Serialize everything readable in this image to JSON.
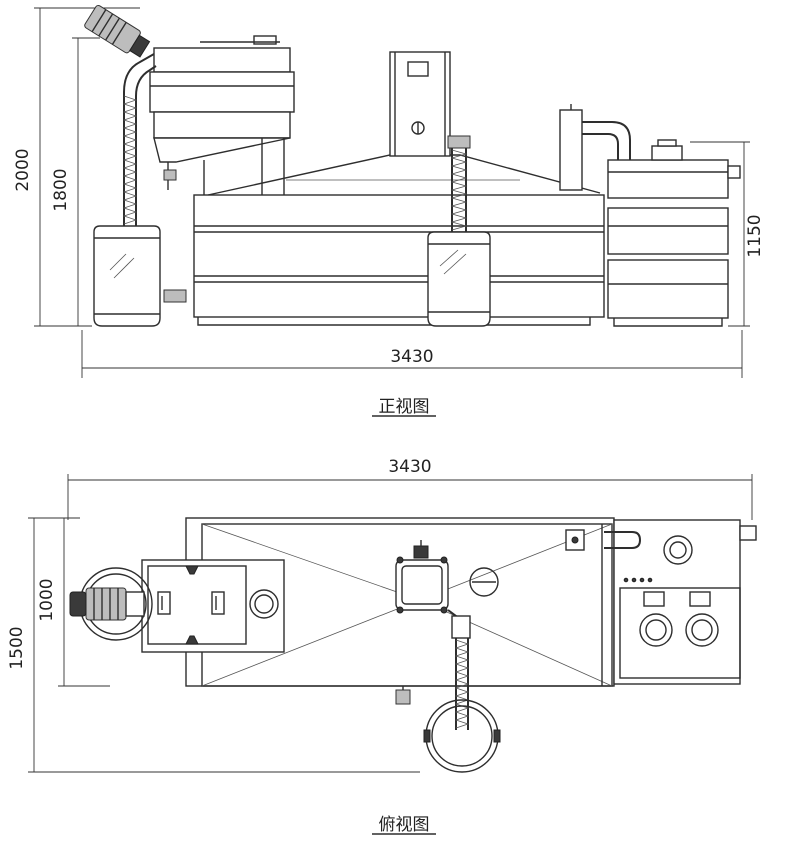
{
  "front_view": {
    "caption": "正视图",
    "dim_overall_height": "2000",
    "dim_motor_height": "1800",
    "dim_right_height": "1150",
    "dim_length": "3430"
  },
  "top_view": {
    "caption": "俯视图",
    "dim_length": "3430",
    "dim_overall_width": "1500",
    "dim_body_width": "1000"
  }
}
